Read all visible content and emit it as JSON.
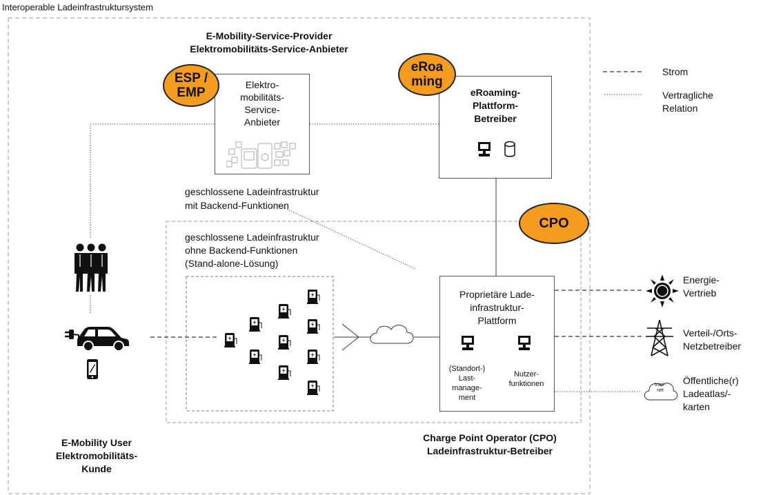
{
  "system_title": "Interoperable Ladeinfrastruktursystem",
  "esp": {
    "heading1": "E-Mobility-Service-Provider",
    "heading2": "Elektromobilitäts-Service-Anbieter",
    "badge1": "ESP /",
    "badge2": "EMP",
    "box1": "Elektro-",
    "box2": "mobilitäts-",
    "box3": "Service-",
    "box4": "Anbieter"
  },
  "eroaming": {
    "badge1": "eRoa",
    "badge2": "ming",
    "box1": "eRoaming-",
    "box2": "Plattform-",
    "box3": "Betreiber"
  },
  "legend": {
    "power": "Strom",
    "contract1": "Vertragliche",
    "contract2": "Relation"
  },
  "closed_backend": {
    "line1": "geschlossene Ladeinfrastruktur",
    "line2": "mit Backend-Funktionen"
  },
  "closed_no_backend": {
    "line1": "geschlossene Ladeinfrastruktur",
    "line2": "ohne Backend-Funktionen",
    "line3": "(Stand-alone-Lösung)"
  },
  "cpo": {
    "badge": "CPO",
    "platform1": "Proprietäre Lade-",
    "platform2": "infrastruktur-",
    "platform3": "Plattform",
    "load1": "(Standort-)",
    "load2": "Last-",
    "load3": "manage-",
    "load4": "ment",
    "user1": "Nutzer-",
    "user2": "funktionen",
    "footer1": "Charge Point Operator (CPO)",
    "footer2": "Ladeinfrastruktur-Betreiber"
  },
  "external": {
    "energy1": "Energie-",
    "energy2": "Vertrieb",
    "grid1": "Verteil-/Orts-",
    "grid2": "Netzbetreiber",
    "atlas1": "Öffentliche(r)",
    "atlas2": "Ladeatlas/-",
    "atlas3": "karten",
    "internet1": "Inter-",
    "internet2": "net"
  },
  "user": {
    "line1": "E-Mobility User",
    "line2": "Elektromobilitäts-",
    "line3": "Kunde"
  },
  "icons": [
    "people-group-icon",
    "electric-car-icon",
    "phone-icon",
    "charging-station-icon",
    "computer-icon",
    "database-icon",
    "cloud-icon",
    "sun-icon",
    "power-pylon-icon",
    "internet-cloud-icon",
    "app-icons"
  ]
}
